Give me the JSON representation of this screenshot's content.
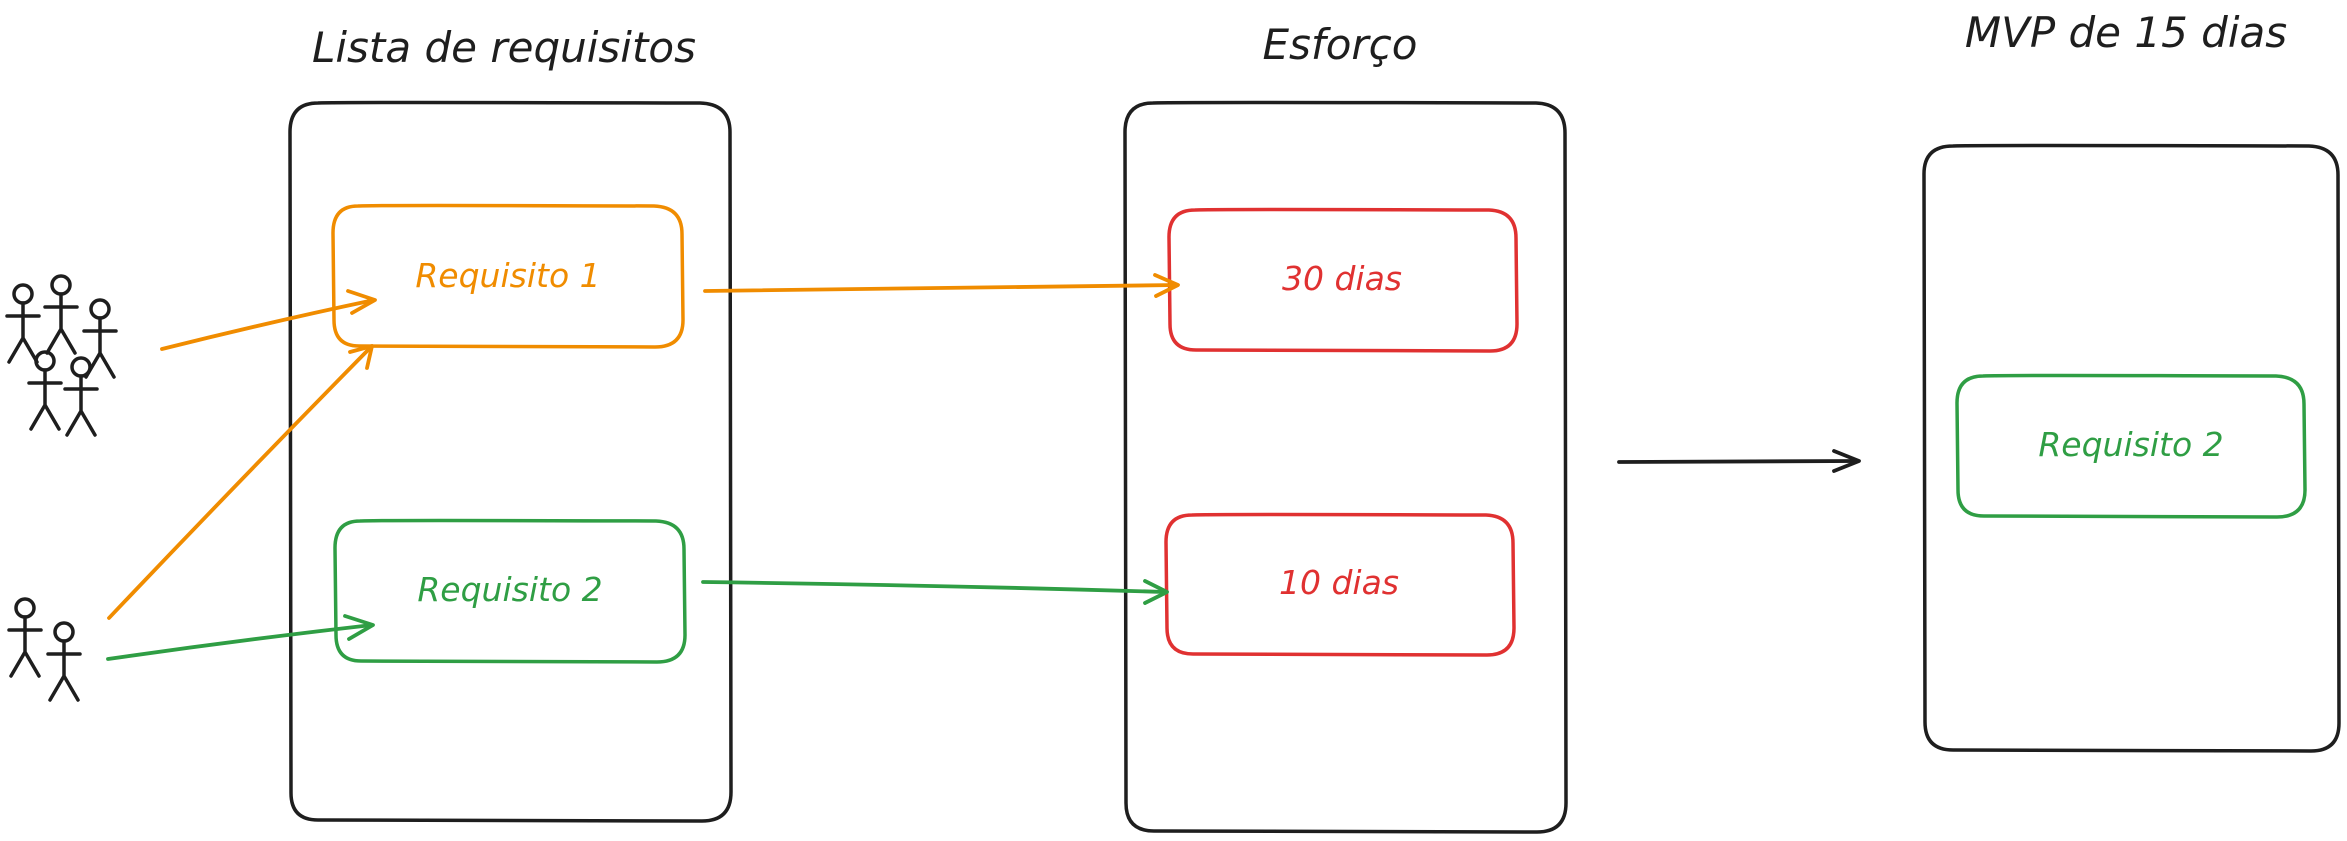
{
  "columns": {
    "requirements": {
      "title": "Lista de requisitos"
    },
    "effort": {
      "title": "Esforço"
    },
    "mvp": {
      "title": "MVP de 15 dias"
    }
  },
  "requirements": [
    {
      "label": "Requisito 1",
      "color": "#f08c00"
    },
    {
      "label": "Requisito 2",
      "color": "#2f9e44"
    }
  ],
  "efforts": [
    {
      "label": "30 dias",
      "color": "#e03131"
    },
    {
      "label": "10 dias",
      "color": "#e03131"
    }
  ],
  "mvp_items": [
    {
      "label": "Requisito 2",
      "color": "#2f9e44"
    }
  ],
  "stakeholder_groups": [
    {
      "people": 5,
      "icon": "stick-figure-icon"
    },
    {
      "people": 2,
      "icon": "stick-figure-icon"
    }
  ],
  "colors": {
    "ink": "#1e1e1e",
    "orange": "#f08c00",
    "green": "#2f9e44",
    "red": "#e03131"
  }
}
